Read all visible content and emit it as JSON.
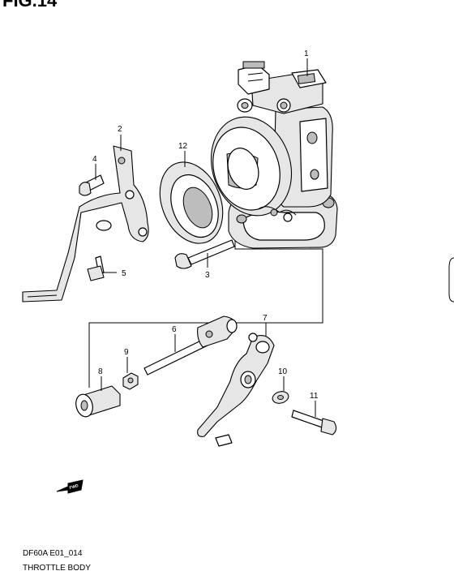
{
  "figure": {
    "title": "FIG.14",
    "code": "DF60A E01_014",
    "name": "THROTTLE BODY"
  },
  "callouts": {
    "c1": "1",
    "c2": "2",
    "c3": "3",
    "c4": "4",
    "c5": "5",
    "c6": "6",
    "c7": "7",
    "c8": "8",
    "c9": "9",
    "c10": "10",
    "c11": "11",
    "c12": "12"
  },
  "fwd_label": "FWD",
  "icons": {
    "forward_arrow": "fwd-arrow-icon"
  }
}
